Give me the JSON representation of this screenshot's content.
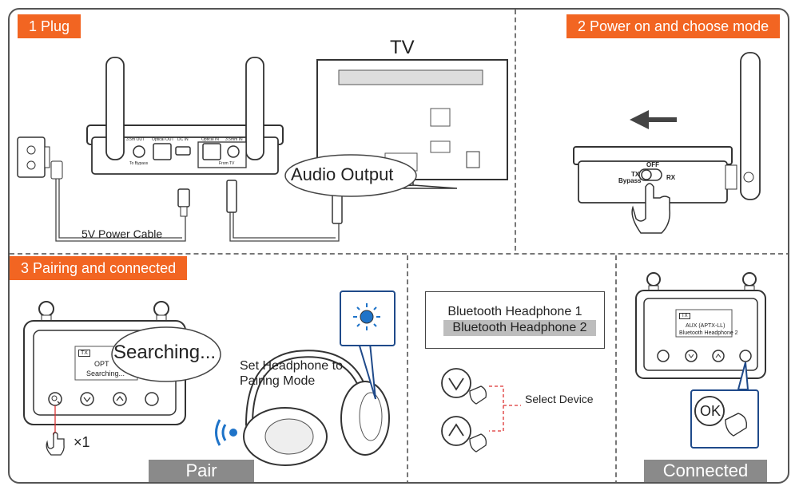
{
  "sections": {
    "plug": {
      "tag": "1 Plug",
      "tv_label": "TV",
      "audio_output": "Audio Output",
      "power_cable": "5V Power Cable",
      "port_labels": [
        "3.5m OUT",
        "Optical OUT",
        "DC IN",
        "Optical IN",
        "3.5mm IN",
        "To Bypass",
        "From TV"
      ]
    },
    "power": {
      "tag": "2 Power on and choose mode",
      "switch_off": "OFF",
      "switch_tx": "TX",
      "switch_bypass": "Bypass",
      "switch_rx": "RX"
    },
    "pairing": {
      "tag": "3 Pairing and connected",
      "screen_mode": "OPT",
      "screen_status": "Searching...",
      "screen_badge": "TX",
      "bubble": "Searching...",
      "press_count": "×1",
      "headphone_text_line1": "Set Headphone to",
      "headphone_text_line2": "Pairing Mode",
      "pair_label": "Pair"
    },
    "select": {
      "devices": [
        "Bluetooth Headphone 1",
        "Bluetooth Headphone 2"
      ],
      "selected_index": 1,
      "select_device": "Select Device"
    },
    "connected": {
      "screen_badge": "TX",
      "screen_line1": "AUX (APTX-LL)",
      "screen_line2": "Bluetooth Headphone 2",
      "ok_label": "OK",
      "connected_label": "Connected"
    }
  },
  "colors": {
    "accent": "#f26522",
    "gray_label": "#8a8a8a",
    "callout_border": "#1f4a8a",
    "led_blue": "#1e73c8"
  }
}
